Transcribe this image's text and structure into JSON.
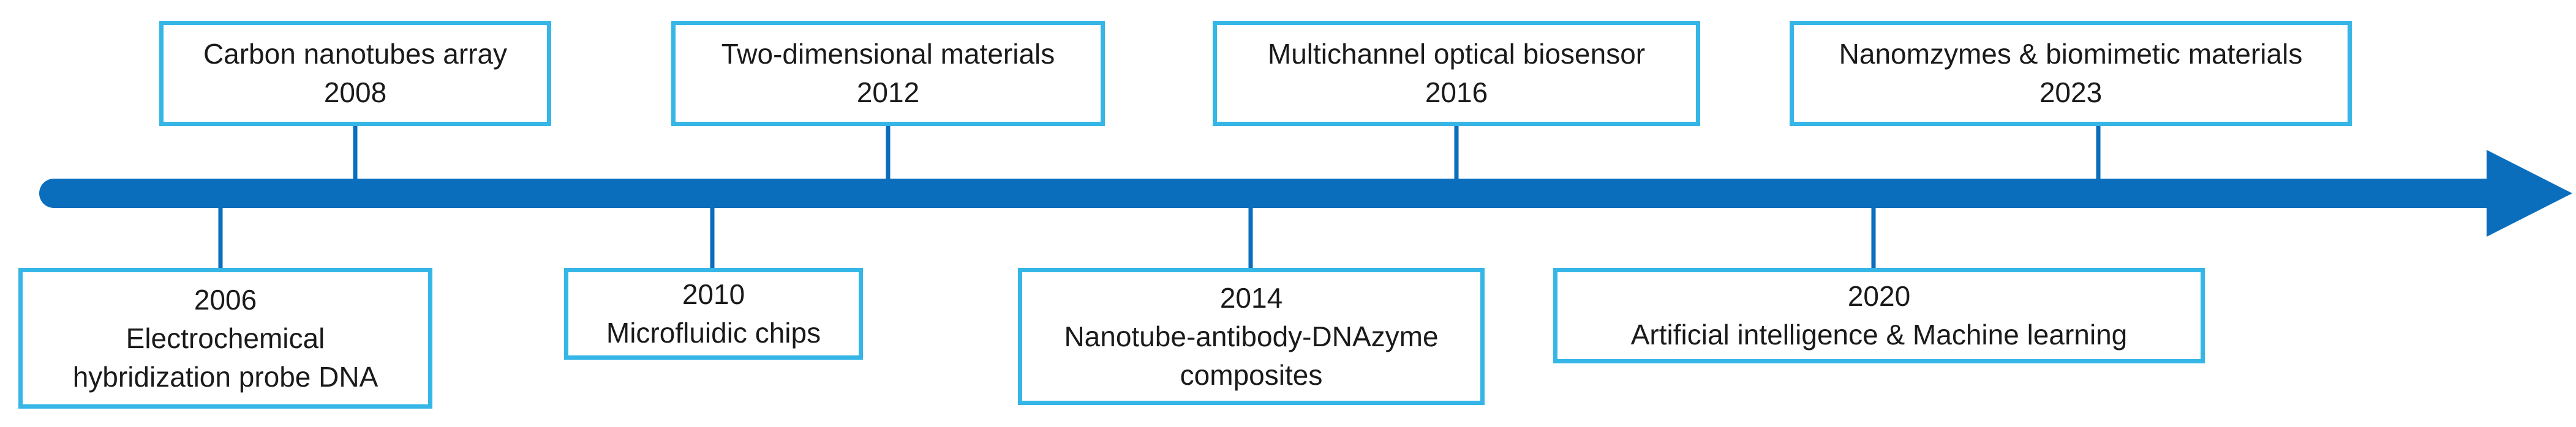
{
  "timeline": {
    "colors": {
      "axis": "#0A6EBD",
      "box_border": "#35B6E7",
      "text": "#1a1a1a"
    },
    "above": [
      {
        "year": "2008",
        "title": "Carbon nanotubes array"
      },
      {
        "year": "2012",
        "title": "Two-dimensional materials"
      },
      {
        "year": "2016",
        "title": "Multichannel optical biosensor"
      },
      {
        "year": "2023",
        "title": "Nanomzymes & biomimetic materials"
      }
    ],
    "below": [
      {
        "year": "2006",
        "lines": [
          "Electrochemical",
          "hybridization probe DNA"
        ]
      },
      {
        "year": "2010",
        "lines": [
          "Microfluidic chips"
        ]
      },
      {
        "year": "2014",
        "lines": [
          "Nanotube-antibody-DNAzyme",
          "composites"
        ]
      },
      {
        "year": "2020",
        "lines": [
          "Artificial intelligence & Machine learning"
        ]
      }
    ]
  }
}
